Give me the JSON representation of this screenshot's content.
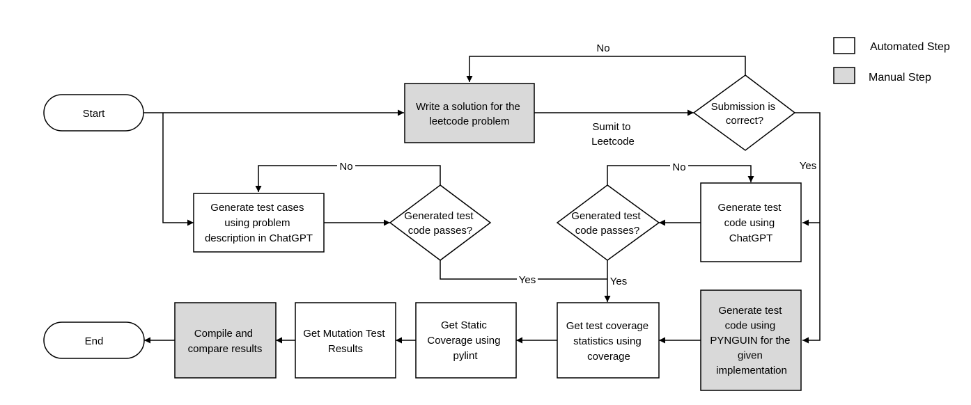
{
  "legend": {
    "automated": "Automated Step",
    "manual": "Manual Step"
  },
  "colors": {
    "automated_fill": "#ffffff",
    "manual_fill": "#d9d9d9",
    "stroke": "#000000"
  },
  "nodes": {
    "start": {
      "lines": [
        "Start"
      ]
    },
    "end": {
      "lines": [
        "End"
      ]
    },
    "write_solution": {
      "lines": [
        "Write a solution for the",
        "leetcode problem"
      ]
    },
    "submission_correct": {
      "lines": [
        "Submission is",
        "correct?"
      ]
    },
    "gen_cases_chatgpt": {
      "lines": [
        "Generate test cases",
        "using problem",
        "description in ChatGPT"
      ]
    },
    "passes_left": {
      "lines": [
        "Generated test",
        "code passes?"
      ]
    },
    "passes_right": {
      "lines": [
        "Generated test",
        "code passes?"
      ]
    },
    "gen_code_chatgpt": {
      "lines": [
        "Generate test",
        "code using",
        "ChatGPT"
      ]
    },
    "gen_pynguin": {
      "lines": [
        "Generate test",
        "code using",
        "PYNGUIN for the",
        "given",
        "implementation"
      ]
    },
    "coverage": {
      "lines": [
        "Get test coverage",
        "statistics using",
        "coverage"
      ]
    },
    "static_coverage": {
      "lines": [
        "Get Static",
        "Coverage using",
        "pylint"
      ]
    },
    "mutation": {
      "lines": [
        "Get Mutation Test",
        "Results"
      ]
    },
    "compile": {
      "lines": [
        "Compile and",
        "compare results"
      ]
    }
  },
  "edge_labels": {
    "no_top": "No",
    "submit": [
      "Sumit to",
      "Leetcode"
    ],
    "yes_right": "Yes",
    "no_left": "No",
    "no_right": "No",
    "yes_left_pass": "Yes",
    "yes_right_pass": "Yes"
  }
}
